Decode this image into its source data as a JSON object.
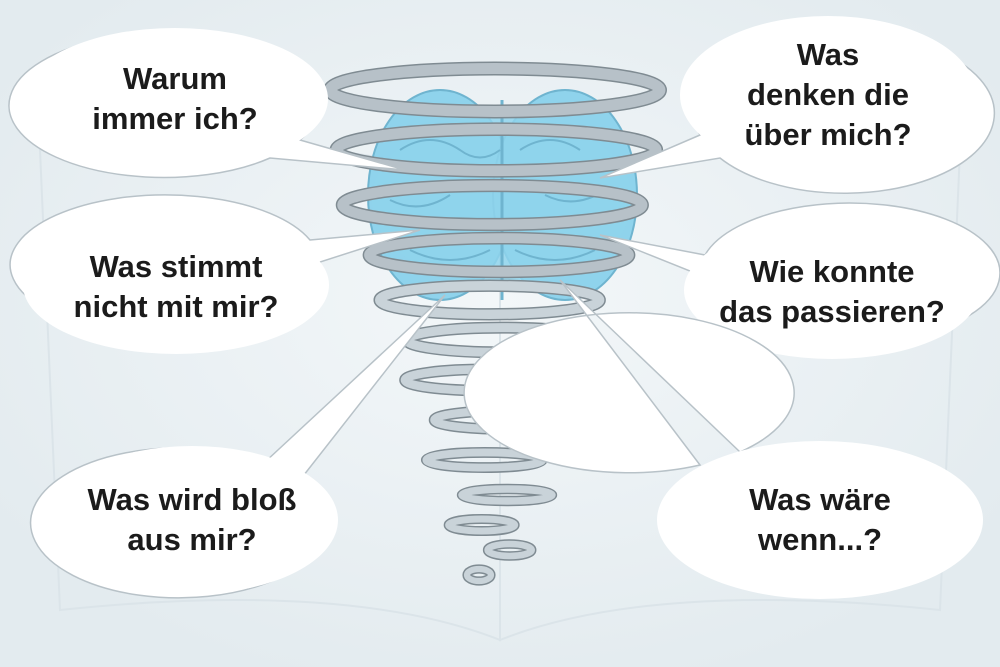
{
  "colors": {
    "background": "#e9f0f3",
    "brain": "#8fd3ec",
    "spiral": "#c9d3d9",
    "bubble": "#ffffff",
    "text": "#1b1b1b"
  },
  "bubbles": [
    {
      "line1": "Warum",
      "line2": "immer ich?"
    },
    {
      "line1": "Was",
      "line2": "denken die",
      "line3": "über mich?"
    },
    {
      "line1": "Was stimmt",
      "line2": "nicht mit mir?"
    },
    {
      "line1": "Wie konnte",
      "line2": "das passieren?"
    },
    {
      "line1": "Was wird bloß",
      "line2": "aus mir?"
    },
    {
      "line1": "Was wäre",
      "line2": "wenn...?"
    }
  ]
}
